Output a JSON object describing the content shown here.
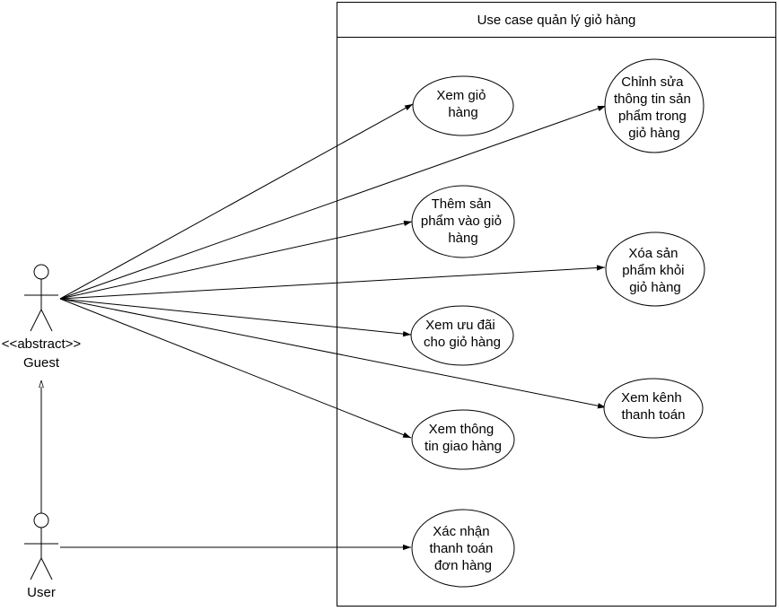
{
  "system": {
    "title": "Use case quản lý giỏ hàng"
  },
  "actors": {
    "guest": {
      "stereotype": "<<abstract>>",
      "name": "Guest"
    },
    "user": {
      "name": "User"
    }
  },
  "use_cases": {
    "view_cart": {
      "lines": [
        "Xem giỏ",
        "hàng"
      ]
    },
    "edit_cart_item": {
      "lines": [
        "Chỉnh sửa",
        "thông tin sản",
        "phẩm trong",
        "giỏ hàng"
      ]
    },
    "add_to_cart": {
      "lines": [
        "Thêm sản",
        "phẩm vào giỏ",
        "hàng"
      ]
    },
    "remove_from_cart": {
      "lines": [
        "Xóa sản",
        "phẩm khỏi",
        "giỏ hàng"
      ]
    },
    "view_cart_offers": {
      "lines": [
        "Xem ưu đãi",
        "cho giỏ hàng"
      ]
    },
    "view_payment_channels": {
      "lines": [
        "Xem kênh",
        "thanh toán"
      ]
    },
    "view_shipping_info": {
      "lines": [
        "Xem thông",
        "tin giao hàng"
      ]
    },
    "confirm_payment": {
      "lines": [
        "Xác nhận",
        "thanh toán",
        "đơn hàng"
      ]
    }
  },
  "colors": {
    "stroke": "#000000",
    "background": "#ffffff"
  }
}
